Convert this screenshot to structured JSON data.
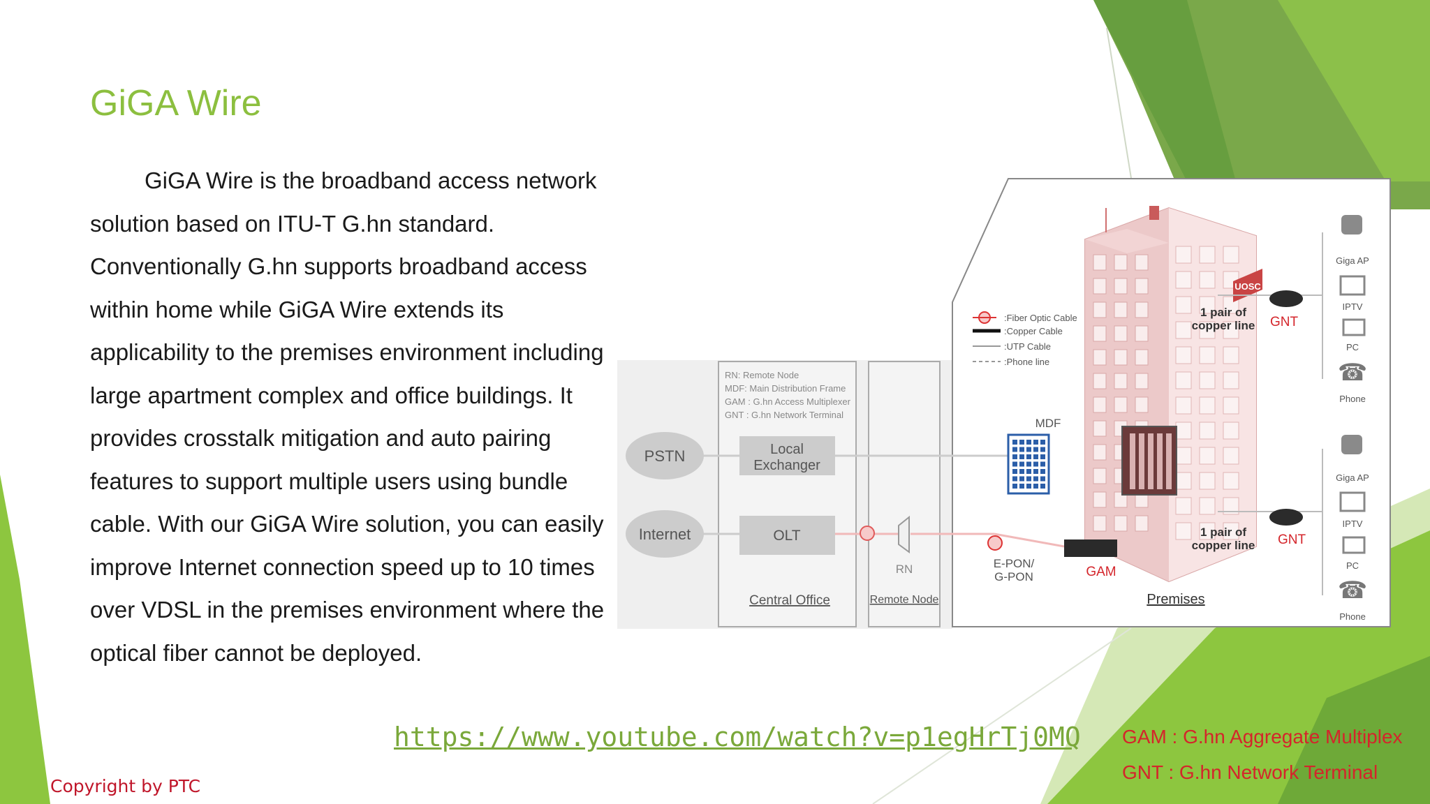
{
  "slide": {
    "title": "GiGA Wire",
    "body": "GiGA Wire is the broadband access network solution based on ITU-T G.hn standard. Conventionally G.hn supports broadband access within home while GiGA Wire extends its applicability to the premises environment including large apartment complex and office buildings. It provides crosstalk mitigation and auto pairing features to support multiple users using bundle cable. With our GiGA Wire solution, you can easily improve Internet connection speed up to 10 times over VDSL in the premises environment where the optical fiber cannot be deployed.",
    "link": "https://www.youtube.com/watch?v=p1egHrTj0MQ",
    "copyright": "Copyright by PTC",
    "abbreviations": [
      "GAM : G.hn Aggregate Multiplex",
      "GNT : G.hn Network Terminal"
    ]
  },
  "colors": {
    "title": "#8cbf3f",
    "accent_green": "#8dc63f",
    "dark_green": "#5e9e2e",
    "red": "#d4252b",
    "link": "#7aa83a"
  },
  "diagram": {
    "abbr_lines": [
      "RN: Remote Node",
      "MDF: Main Distribution Frame",
      "GAM : G.hn Access Multiplexer",
      "GNT : G.hn Network Terminal"
    ],
    "pstn": "PSTN",
    "internet": "Internet",
    "local_exchanger": [
      "Local",
      "Exchanger"
    ],
    "olt": "OLT",
    "central_office": "Central Office",
    "rn": "RN",
    "remote_node": "Remote Node",
    "legend": [
      ":Fiber Optic Cable",
      ":Copper Cable",
      ":UTP Cable",
      ":Phone line"
    ],
    "mdf": "MDF",
    "pair_top": [
      "1 pair of",
      "copper line"
    ],
    "pair_bottom": [
      "1 pair of",
      "copper line"
    ],
    "gnt": "GNT",
    "gam": "GAM",
    "epon": [
      "E-PON/",
      "G-PON"
    ],
    "premises": "Premises",
    "sign": "UOSC",
    "devices_top": [
      "Giga AP",
      "IPTV",
      "PC",
      "Phone"
    ],
    "devices_bottom": [
      "Giga AP",
      "IPTV",
      "PC",
      "Phone"
    ]
  }
}
